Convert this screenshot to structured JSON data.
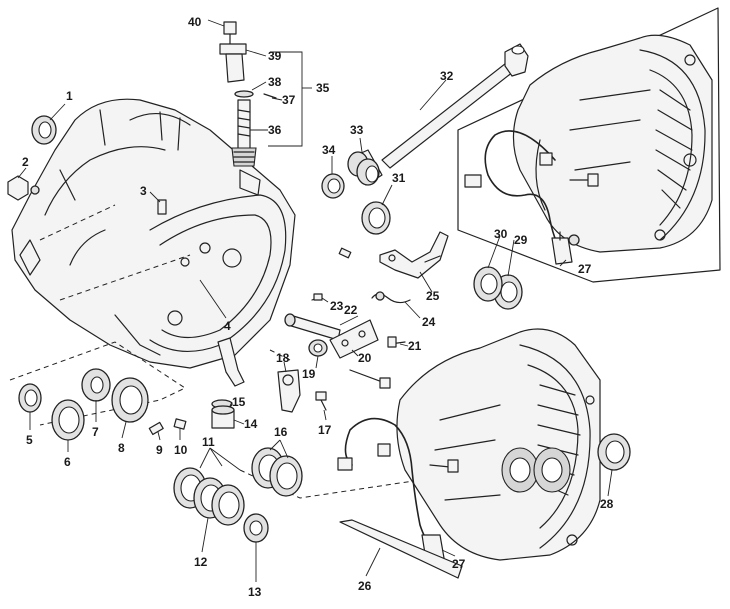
{
  "callouts": [
    {
      "id": "1",
      "text": "1"
    },
    {
      "id": "2",
      "text": "2"
    },
    {
      "id": "3",
      "text": "3"
    },
    {
      "id": "4",
      "text": "4"
    },
    {
      "id": "5",
      "text": "5"
    },
    {
      "id": "6",
      "text": "6"
    },
    {
      "id": "7",
      "text": "7"
    },
    {
      "id": "8",
      "text": "8"
    },
    {
      "id": "9",
      "text": "9"
    },
    {
      "id": "10",
      "text": "10"
    },
    {
      "id": "11",
      "text": "11"
    },
    {
      "id": "12",
      "text": "12"
    },
    {
      "id": "13",
      "text": "13"
    },
    {
      "id": "14",
      "text": "14"
    },
    {
      "id": "15",
      "text": "15"
    },
    {
      "id": "16",
      "text": "16"
    },
    {
      "id": "17",
      "text": "17"
    },
    {
      "id": "18",
      "text": "18"
    },
    {
      "id": "19",
      "text": "19"
    },
    {
      "id": "20",
      "text": "20"
    },
    {
      "id": "21",
      "text": "21"
    },
    {
      "id": "22",
      "text": "22"
    },
    {
      "id": "23",
      "text": "23"
    },
    {
      "id": "24",
      "text": "24"
    },
    {
      "id": "25",
      "text": "25"
    },
    {
      "id": "26",
      "text": "26"
    },
    {
      "id": "27a",
      "text": "27"
    },
    {
      "id": "27b",
      "text": "27"
    },
    {
      "id": "28",
      "text": "28"
    },
    {
      "id": "29",
      "text": "29"
    },
    {
      "id": "30",
      "text": "30"
    },
    {
      "id": "31",
      "text": "31"
    },
    {
      "id": "32",
      "text": "32"
    },
    {
      "id": "33",
      "text": "33"
    },
    {
      "id": "34",
      "text": "34"
    },
    {
      "id": "35",
      "text": "35"
    },
    {
      "id": "36",
      "text": "36"
    },
    {
      "id": "37",
      "text": "37"
    },
    {
      "id": "38",
      "text": "38"
    },
    {
      "id": "39",
      "text": "39"
    },
    {
      "id": "40",
      "text": "40"
    }
  ]
}
